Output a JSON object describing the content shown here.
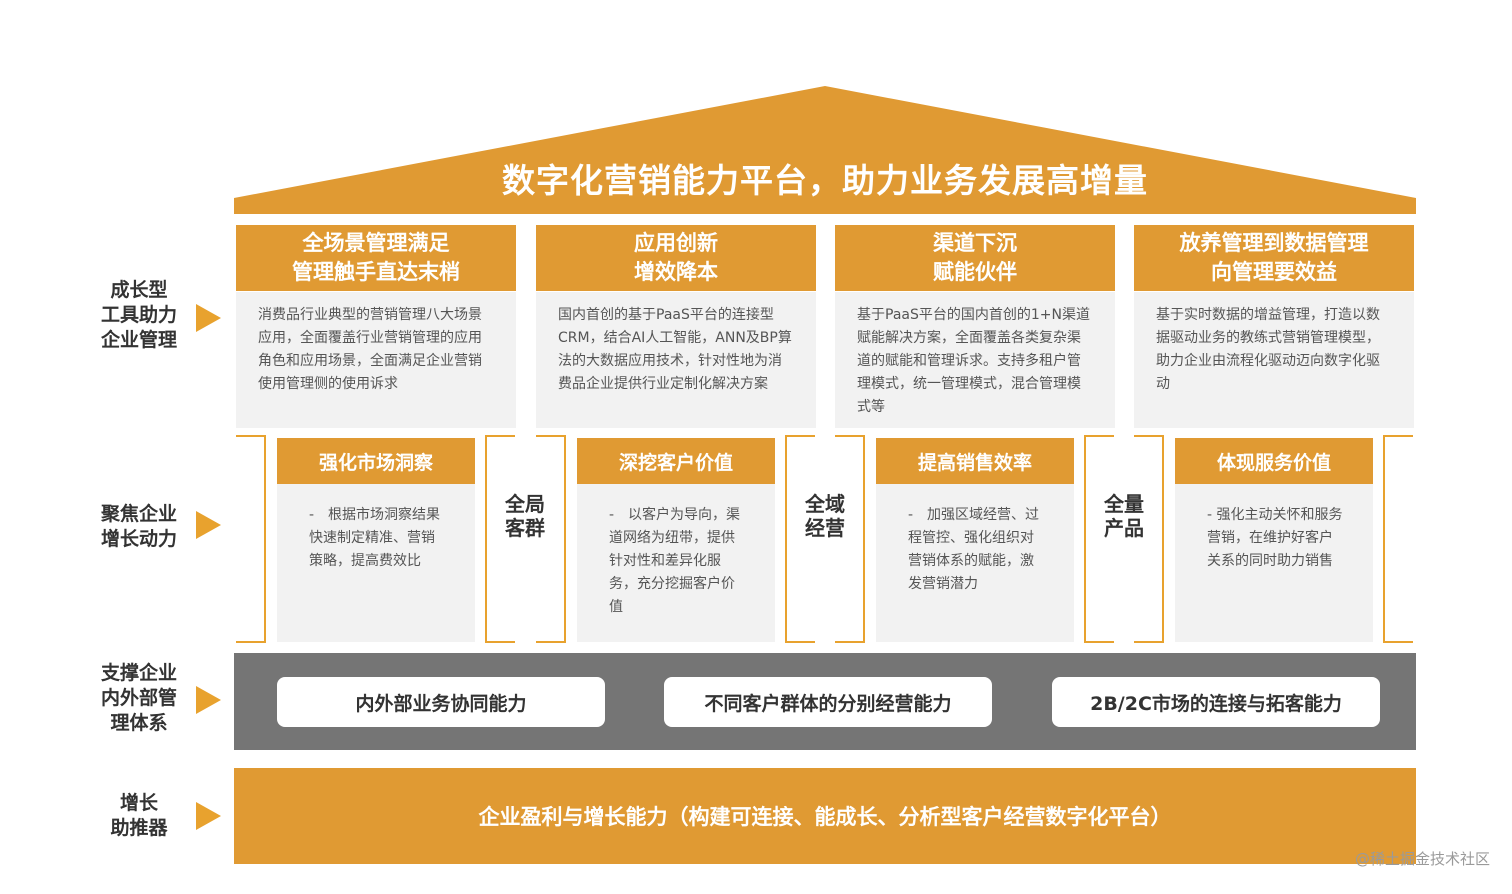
{
  "roof": {
    "title": "数字化营销能力平台，助力业务发展高增量"
  },
  "side_labels": [
    {
      "lines": [
        "成长型",
        "工具助力",
        "企业管理"
      ]
    },
    {
      "lines": [
        "聚焦企业",
        "增长动力"
      ]
    },
    {
      "lines": [
        "支撑企业",
        "内外部管",
        "理体系"
      ]
    },
    {
      "lines": [
        "增长",
        "助推器"
      ]
    }
  ],
  "top_columns": [
    {
      "title_lines": [
        "全场景管理满足",
        "管理触手直达末梢"
      ],
      "body": "消费品行业典型的营销管理八大场景应用，全面覆盖行业营销管理的应用角色和应用场景，全面满足企业营销使用管理侧的使用诉求"
    },
    {
      "title_lines": [
        "应用创新",
        "增效降本"
      ],
      "body": "国内首创的基于PaaS平台的连接型CRM，结合AI人工智能，ANN及BP算法的大数据应用技术，针对性地为消费品企业提供行业定制化解决方案"
    },
    {
      "title_lines": [
        "渠道下沉",
        "赋能伙伴"
      ],
      "body": "基于PaaS平台的国内首创的1+N渠道赋能解决方案，全面覆盖各类复杂渠道的赋能和管理诉求。支持多租户管理模式，统一管理模式，混合管理模式等"
    },
    {
      "title_lines": [
        "放养管理到数据管理",
        "向管理要效益"
      ],
      "body": "基于实时数据的增益管理，打造以数据驱动业务的教练式营销管理模型，助力企业由流程化驱动迈向数字化驱动"
    }
  ],
  "mid_cards": [
    {
      "title": "强化市场洞察",
      "body": "-　根据市场洞察结果快速制定精准、营销策略，提高费效比"
    },
    {
      "title": "深挖客户价值",
      "body": "-　以客户为导向，渠道网络为纽带，提供针对性和差异化服务，充分挖掘客户价值"
    },
    {
      "title": "提高销售效率",
      "body": "-　加强区域经营、过程管控、强化组织对营销体系的赋能，激发营销潜力"
    },
    {
      "title": "体现服务价值",
      "body": "- 强化主动关怀和服务营销，在维护好客户关系的同时助力销售"
    }
  ],
  "vertical_labels": [
    "全局客群",
    "全域经营",
    "全量产品"
  ],
  "support_pills": [
    "内外部业务协同能力",
    "不同客户群体的分别经营能力",
    "2B/2C市场的连接与拓客能力"
  ],
  "foundation": {
    "text": "企业盈利与增长能力（构建可连接、能成长、分析型客户经营数字化平台）"
  },
  "watermark": "@稀土掘金技术社区",
  "colors": {
    "accent": "#e09a33",
    "band": "#757575",
    "card_bg": "#f2f2f2"
  }
}
